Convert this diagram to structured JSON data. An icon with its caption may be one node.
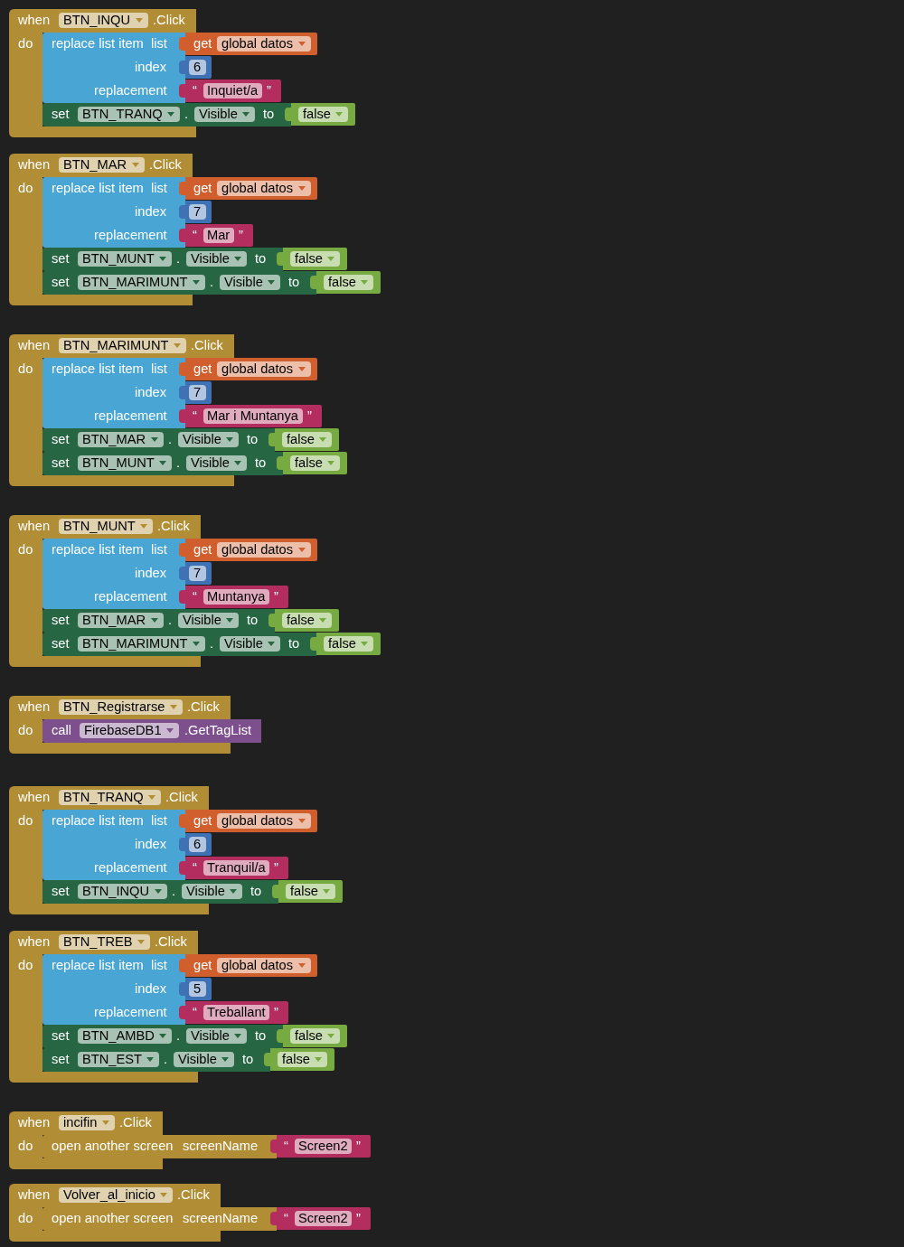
{
  "diagram": {
    "nodes": [
      {
        "text": [
          "when",
          "BTN_INQU",
          ".Click",
          "do"
        ]
      },
      {
        "text": [
          "replace list item",
          "list",
          "index",
          "replacement"
        ],
        "in": 0
      },
      {
        "text": [
          "get",
          "global datos"
        ]
      },
      {
        "text": [
          "6"
        ]
      },
      {
        "text": [
          "“",
          "Inquiet/a",
          "”"
        ]
      },
      {
        "text": [
          "set",
          "BTN_TRANQ",
          ".",
          "Visible",
          "to"
        ]
      },
      {
        "text": [
          "false"
        ]
      },
      {
        "text": [
          "when",
          "BTN_MAR",
          ".Click",
          "do"
        ]
      },
      {
        "text": [
          "replace list item",
          "list",
          "index",
          "replacement"
        ],
        "in": 7
      },
      {
        "text": [
          "get",
          "global datos"
        ]
      },
      {
        "text": [
          "7"
        ]
      },
      {
        "text": [
          "“",
          "Mar",
          "”"
        ]
      },
      {
        "text": [
          "set",
          "BTN_MUNT",
          ".",
          "Visible",
          "to"
        ]
      },
      {
        "text": [
          "false"
        ]
      },
      {
        "text": [
          "set",
          "BTN_MARIMUNT",
          ".",
          "Visible",
          "to"
        ]
      },
      {
        "text": [
          "false"
        ]
      },
      {
        "text": [
          "when",
          "BTN_MARIMUNT",
          ".Click",
          "do"
        ]
      },
      {
        "text": [
          "replace list item",
          "list",
          "index",
          "replacement"
        ],
        "in": 16
      },
      {
        "text": [
          "get",
          "global datos"
        ]
      },
      {
        "text": [
          "7"
        ]
      },
      {
        "text": [
          "“",
          "Mar i Muntanya",
          "”"
        ]
      },
      {
        "text": [
          "set",
          "BTN_MAR",
          ".",
          "Visible",
          "to"
        ]
      },
      {
        "text": [
          "false"
        ]
      },
      {
        "text": [
          "set",
          "BTN_MUNT",
          ".",
          "Visible",
          "to"
        ]
      },
      {
        "text": [
          "false"
        ]
      },
      {
        "text": [
          "when",
          "BTN_MUNT",
          ".Click",
          "do"
        ]
      },
      {
        "text": [
          "replace list item",
          "list",
          "index",
          "replacement"
        ],
        "in": 25
      },
      {
        "text": [
          "get",
          "global datos"
        ]
      },
      {
        "text": [
          "7"
        ]
      },
      {
        "text": [
          "“",
          "Muntanya",
          "”"
        ]
      },
      {
        "text": [
          "set",
          "BTN_MAR",
          ".",
          "Visible",
          "to"
        ]
      },
      {
        "text": [
          "false"
        ]
      },
      {
        "text": [
          "set",
          "BTN_MARIMUNT",
          ".",
          "Visible",
          "to"
        ]
      },
      {
        "text": [
          "false"
        ]
      },
      {
        "text": [
          "when",
          "BTN_Registrarse",
          ".Click",
          "do"
        ]
      },
      {
        "text": [
          "call",
          "FirebaseDB1",
          ".GetTagList"
        ],
        "in": 34
      },
      {
        "text": [
          "when",
          "BTN_TRANQ",
          ".Click",
          "do"
        ]
      },
      {
        "text": [
          "replace list item",
          "list",
          "index",
          "replacement"
        ],
        "in": 36
      },
      {
        "text": [
          "get",
          "global datos"
        ]
      },
      {
        "text": [
          "6"
        ]
      },
      {
        "text": [
          "“",
          "Tranquil/a",
          "”"
        ]
      },
      {
        "text": [
          "set",
          "BTN_INQU",
          ".",
          "Visible",
          "to"
        ]
      },
      {
        "text": [
          "false"
        ]
      },
      {
        "text": [
          "when",
          "BTN_TREB",
          ".Click",
          "do"
        ]
      },
      {
        "text": [
          "replace list item",
          "list",
          "index",
          "replacement"
        ],
        "in": 43
      },
      {
        "text": [
          "get",
          "global datos"
        ]
      },
      {
        "text": [
          "5"
        ]
      },
      {
        "text": [
          "“",
          "Treballant",
          "”"
        ]
      },
      {
        "text": [
          "set",
          "BTN_AMBD",
          ".",
          "Visible",
          "to"
        ]
      },
      {
        "text": [
          "false"
        ]
      },
      {
        "text": [
          "set",
          "BTN_EST",
          ".",
          "Visible",
          "to"
        ]
      },
      {
        "text": [
          "false"
        ]
      },
      {
        "text": [
          "when",
          "incifin",
          ".Click",
          "do"
        ]
      },
      {
        "text": [
          "open another screen",
          "screenName"
        ]
      },
      {
        "text": [
          "“",
          "Screen2",
          "”"
        ]
      },
      {
        "text": [
          "when",
          "Volver_al_inicio",
          ".Click",
          "do"
        ]
      },
      {
        "text": [
          "open another screen",
          "screenName"
        ]
      },
      {
        "text": [
          "“",
          "Screen2",
          "”"
        ]
      }
    ]
  }
}
